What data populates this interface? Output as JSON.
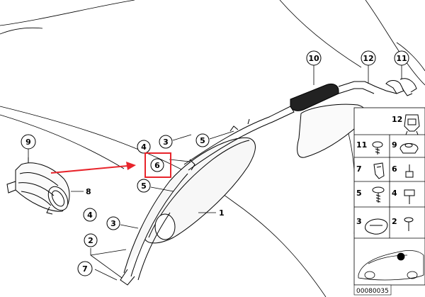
{
  "diagram": {
    "callouts": {
      "c10": "10",
      "c12": "12",
      "c11": "11",
      "c9": "9",
      "c8": "8",
      "c4a": "4",
      "c3a": "3",
      "c5a": "5",
      "c6": "6",
      "c5b": "5",
      "c1": "1",
      "c4b": "4",
      "c3b": "3",
      "c2": "2",
      "c7": "7"
    },
    "legend": {
      "r12": "12",
      "r11": "11",
      "r9": "9",
      "r7": "7",
      "r6": "6",
      "r5": "5",
      "r4": "4",
      "r3": "3",
      "r2": "2"
    },
    "diagram_id": "00080035",
    "colors": {
      "highlight": "#e8242b",
      "arrow": "#e8242b",
      "line": "#000000"
    }
  }
}
